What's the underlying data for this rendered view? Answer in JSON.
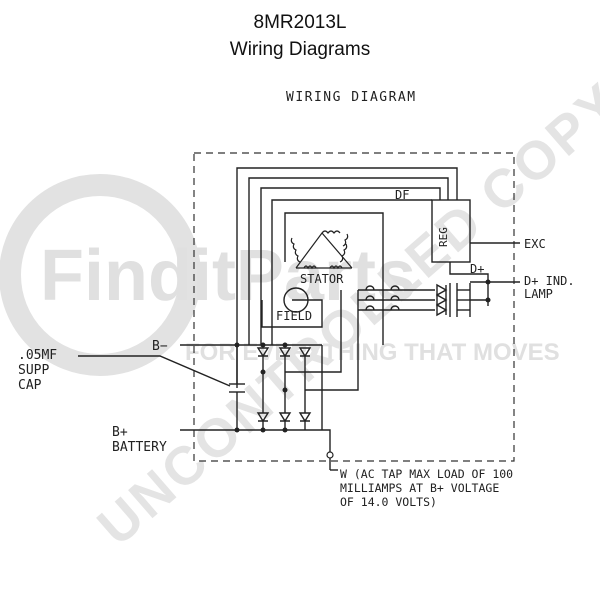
{
  "header": {
    "model": "8MR2013L",
    "subtitle": "Wiring Diagrams"
  },
  "diagram": {
    "heading": "WIRING DIAGRAM",
    "labels": {
      "reg": "REG",
      "df": "DF",
      "stator": "STATOR",
      "field": "FIELD",
      "exc": "EXC",
      "d_plus": "D+",
      "d_plus_ind": "D+ IND.",
      "lamp": "LAMP",
      "b_minus": "B−",
      "supp_cap_1": ".05MF",
      "supp_cap_2": "SUPP",
      "supp_cap_3": "CAP",
      "b_plus": "B+",
      "battery": "BATTERY",
      "w_note_1": "W (AC TAP MAX LOAD OF 100",
      "w_note_2": "MILLIAMPS AT B+ VOLTAGE",
      "w_note_3": "OF 14.0 VOLTS)"
    }
  },
  "watermark": {
    "logo_text": "FindItParts",
    "tagline": "FOR EVERYTHING THAT MOVES",
    "stamp": "UNCONTROLLED COPY"
  },
  "colors": {
    "line": "#222222",
    "watermark": "#d8d8d8",
    "watermark_red": "#f0c4c4"
  }
}
